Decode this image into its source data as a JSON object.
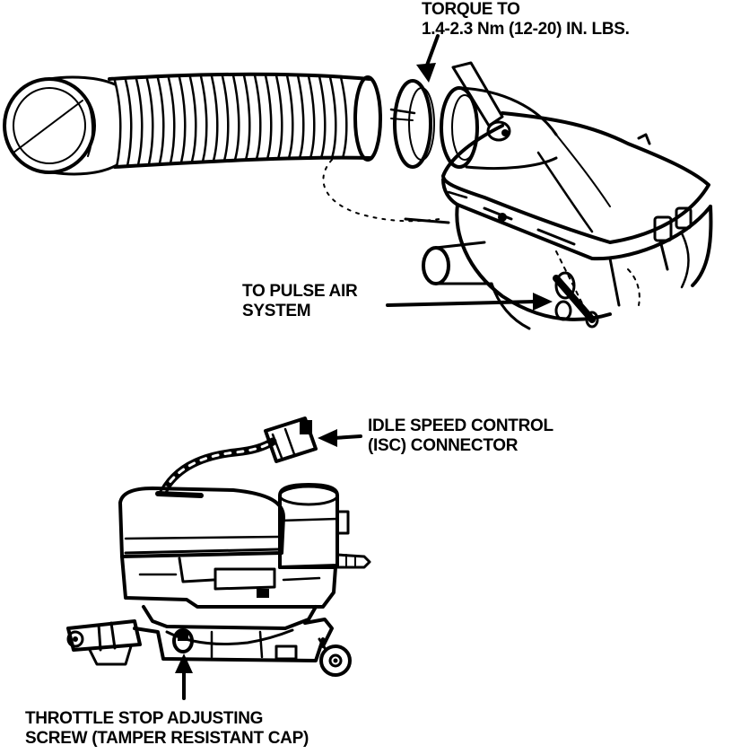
{
  "labels": {
    "torque": {
      "line1": "TORQUE TO",
      "line2": "1.4-2.3 Nm (12-20) IN. LBS."
    },
    "pulse_air": {
      "line1": "TO PULSE AIR",
      "line2": "SYSTEM"
    },
    "isc_connector": {
      "line1": "IDLE SPEED CONTROL",
      "line2": "(ISC) CONNECTOR"
    },
    "throttle_stop": {
      "line1": "THROTTLE STOP ADJUSTING",
      "line2": "SCREW (TAMPER RESISTANT CAP)"
    }
  },
  "colors": {
    "ink": "#000000",
    "paper": "#ffffff"
  }
}
